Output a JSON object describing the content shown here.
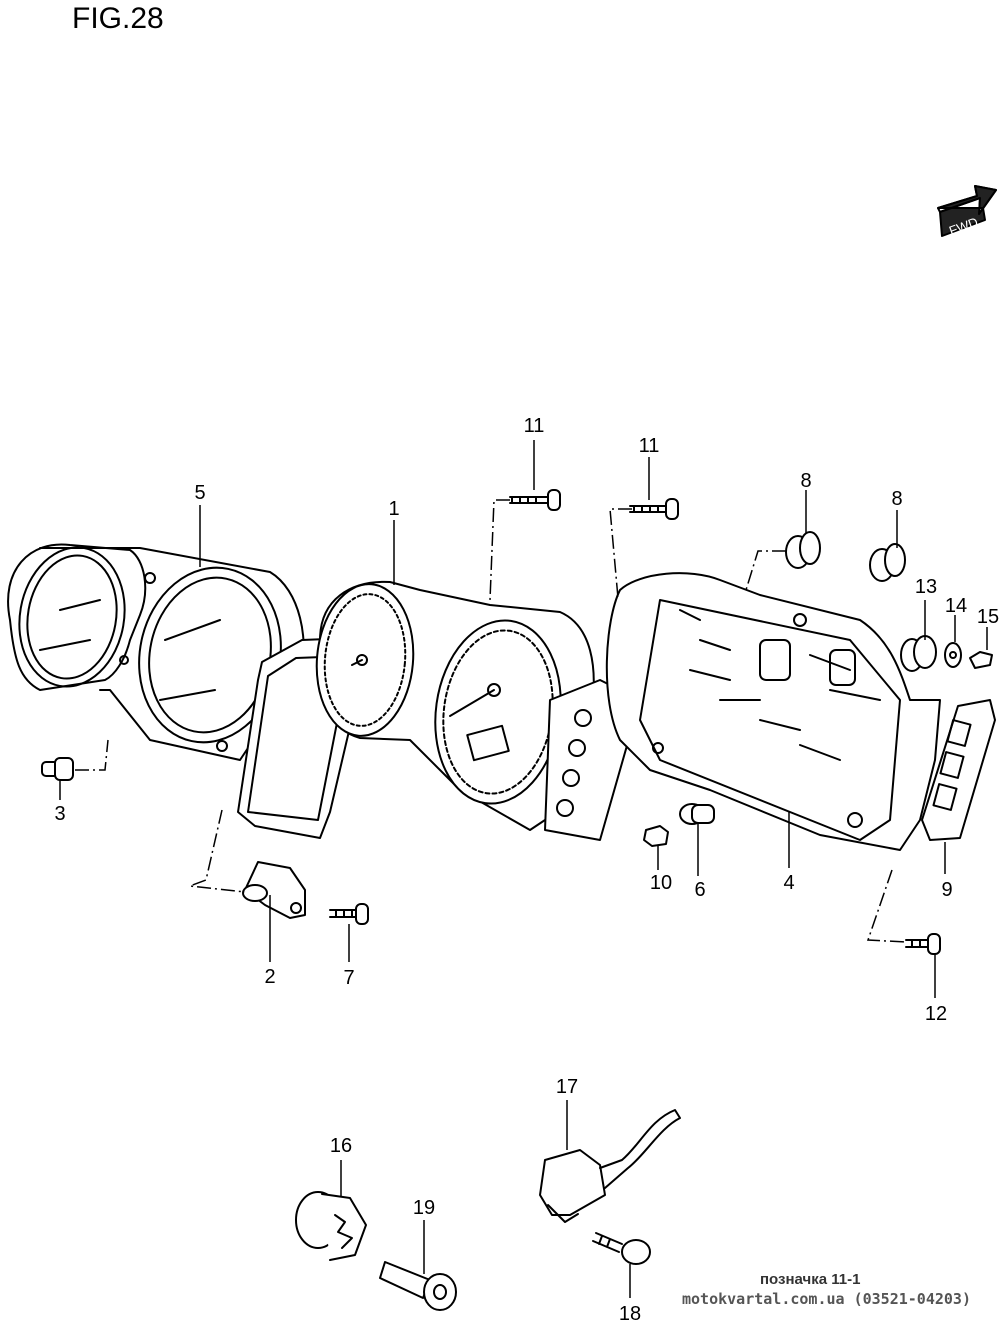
{
  "figure": {
    "title": "FIG.28"
  },
  "fwd_arrow": {
    "label": "FWD"
  },
  "callouts": [
    "1",
    "2",
    "3",
    "4",
    "5",
    "6",
    "7",
    "8",
    "8",
    "9",
    "10",
    "11",
    "11",
    "12",
    "13",
    "14",
    "15",
    "16",
    "17",
    "18",
    "19"
  ],
  "footer": {
    "label": "позначка 11-1",
    "source": "motokvartal.com.ua (03521-04203)"
  }
}
